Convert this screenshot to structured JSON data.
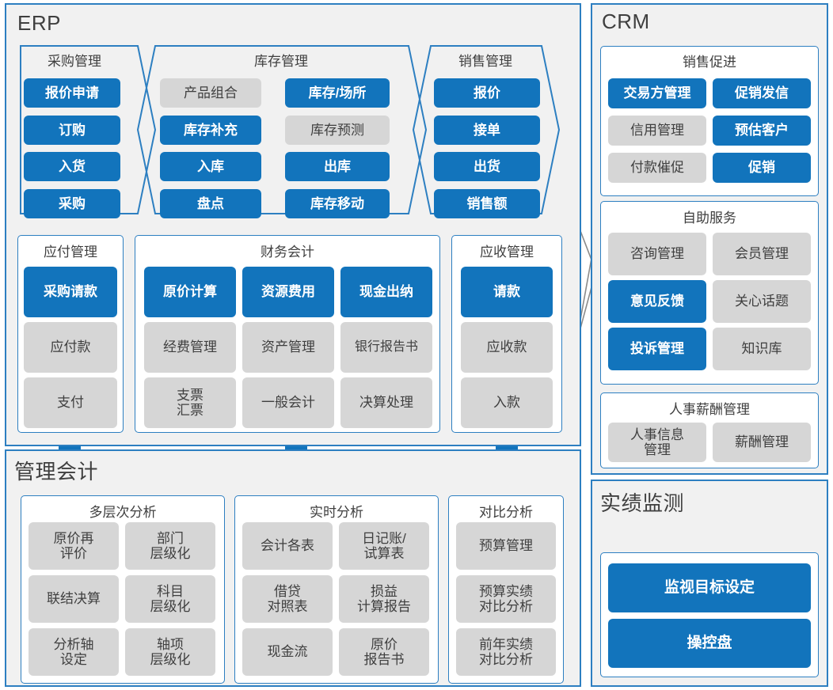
{
  "colors": {
    "accent_blue": "#1274bc",
    "frame_blue": "#2d7fc1",
    "tile_gray": "#d6d6d6",
    "section_bg": "#f1f1f1",
    "text_dark": "#3f3f3f",
    "connector_gray": "#8a8a8a"
  },
  "sections": {
    "erp": {
      "title": "ERP"
    },
    "management_accounting": {
      "title": "管理会计"
    },
    "crm": {
      "title": "CRM"
    },
    "performance_monitoring": {
      "title": "实绩监测"
    }
  },
  "erp": {
    "purchasing": {
      "title": "采购管理",
      "tiles": [
        {
          "label": "报价申请",
          "state": "active"
        },
        {
          "label": "订购",
          "state": "active"
        },
        {
          "label": "入货",
          "state": "active"
        },
        {
          "label": "采购",
          "state": "active"
        }
      ]
    },
    "inventory": {
      "title": "库存管理",
      "tiles_left": [
        {
          "label": "产品组合",
          "state": "inactive"
        },
        {
          "label": "库存补充",
          "state": "active"
        },
        {
          "label": "入库",
          "state": "active"
        },
        {
          "label": "盘点",
          "state": "active"
        }
      ],
      "tiles_right": [
        {
          "label": "库存/场所",
          "state": "active"
        },
        {
          "label": "库存预测",
          "state": "inactive"
        },
        {
          "label": "出库",
          "state": "active"
        },
        {
          "label": "库存移动",
          "state": "active"
        }
      ]
    },
    "sales": {
      "title": "销售管理",
      "tiles": [
        {
          "label": "报价",
          "state": "active"
        },
        {
          "label": "接单",
          "state": "active"
        },
        {
          "label": "出货",
          "state": "active"
        },
        {
          "label": "销售额",
          "state": "active"
        }
      ]
    },
    "payable": {
      "title": "应付管理",
      "tiles": [
        {
          "label": "采购请款",
          "state": "active"
        },
        {
          "label": "应付款",
          "state": "inactive"
        },
        {
          "label": "支付",
          "state": "inactive"
        }
      ]
    },
    "financial_accounting": {
      "title": "财务会计",
      "rows": [
        [
          {
            "label": "原价计算",
            "state": "active"
          },
          {
            "label": "资源费用",
            "state": "active"
          },
          {
            "label": "现金出纳",
            "state": "active"
          }
        ],
        [
          {
            "label": "经费管理",
            "state": "inactive"
          },
          {
            "label": "资产管理",
            "state": "inactive"
          },
          {
            "label": "银行报告书",
            "state": "inactive"
          }
        ],
        [
          {
            "label": "支票\n汇票",
            "state": "inactive"
          },
          {
            "label": "一般会计",
            "state": "inactive"
          },
          {
            "label": "决算处理",
            "state": "inactive"
          }
        ]
      ]
    },
    "receivable": {
      "title": "应收管理",
      "tiles": [
        {
          "label": "请款",
          "state": "active"
        },
        {
          "label": "应收款",
          "state": "inactive"
        },
        {
          "label": "入款",
          "state": "inactive"
        }
      ]
    }
  },
  "management_accounting": {
    "multilayer": {
      "title": "多层次分析",
      "rows": [
        [
          {
            "label": "原价再\n评价",
            "state": "inactive"
          },
          {
            "label": "部门\n层级化",
            "state": "inactive"
          }
        ],
        [
          {
            "label": "联结决算",
            "state": "inactive"
          },
          {
            "label": "科目\n层级化",
            "state": "inactive"
          }
        ],
        [
          {
            "label": "分析轴\n设定",
            "state": "inactive"
          },
          {
            "label": "轴项\n层级化",
            "state": "inactive"
          }
        ]
      ]
    },
    "realtime": {
      "title": "实时分析",
      "rows": [
        [
          {
            "label": "会计各表",
            "state": "inactive"
          },
          {
            "label": "日记账/\n试算表",
            "state": "inactive"
          }
        ],
        [
          {
            "label": "借贷\n对照表",
            "state": "inactive"
          },
          {
            "label": "损益\n计算报告",
            "state": "inactive"
          }
        ],
        [
          {
            "label": "现金流",
            "state": "inactive"
          },
          {
            "label": "原价\n报告书",
            "state": "inactive"
          }
        ]
      ]
    },
    "comparative": {
      "title": "对比分析",
      "tiles": [
        {
          "label": "预算管理",
          "state": "inactive"
        },
        {
          "label": "预算实绩\n对比分析",
          "state": "inactive"
        },
        {
          "label": "前年实绩\n对比分析",
          "state": "inactive"
        }
      ]
    }
  },
  "crm": {
    "sales_promotion": {
      "title": "销售促进",
      "rows": [
        [
          {
            "label": "交易方管理",
            "state": "active"
          },
          {
            "label": "促销发信",
            "state": "active"
          }
        ],
        [
          {
            "label": "信用管理",
            "state": "inactive"
          },
          {
            "label": "预估客户",
            "state": "active"
          }
        ],
        [
          {
            "label": "付款催促",
            "state": "inactive"
          },
          {
            "label": "促销",
            "state": "active"
          }
        ]
      ]
    },
    "self_service": {
      "title": "自助服务",
      "rows": [
        [
          {
            "label": "咨询管理",
            "state": "inactive"
          },
          {
            "label": "会员管理",
            "state": "inactive"
          }
        ],
        [
          {
            "label": "意见反馈",
            "state": "active"
          },
          {
            "label": "关心话题",
            "state": "inactive"
          }
        ],
        [
          {
            "label": "投诉管理",
            "state": "active"
          },
          {
            "label": "知识库",
            "state": "inactive"
          }
        ]
      ]
    },
    "hr_payroll": {
      "title": "人事薪酬管理",
      "tiles": [
        {
          "label": "人事信息\n管理",
          "state": "inactive"
        },
        {
          "label": "薪酬管理",
          "state": "inactive"
        }
      ]
    }
  },
  "performance_monitoring": {
    "tiles": [
      {
        "label": "监视目标设定",
        "state": "active"
      },
      {
        "label": "操控盘",
        "state": "active"
      }
    ]
  }
}
